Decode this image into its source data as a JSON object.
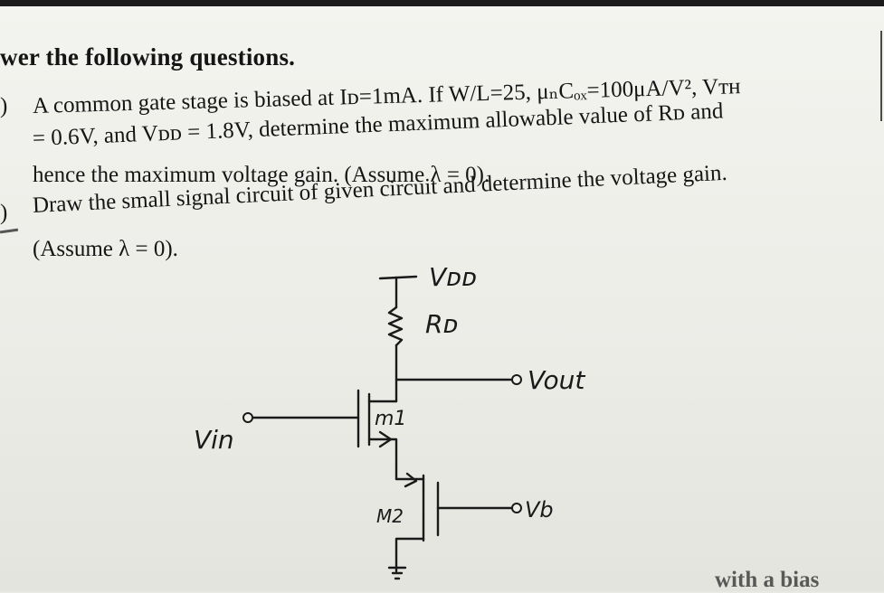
{
  "header": {
    "title": "wer the following questions."
  },
  "questions": {
    "a": {
      "marker": ")",
      "line1": "A common gate stage is biased at Iᴅ=1mA. If W/L=25, μₙCₒₓ=100μA/V², Vᴛʜ",
      "line2": "= 0.6V, and Vᴅᴅ = 1.8V, determine the maximum allowable value of Rᴅ and",
      "line3": "hence the maximum voltage gain. (Assume λ = 0)."
    },
    "b": {
      "marker": ")",
      "line1": "Draw the small signal circuit of given circuit and determine the voltage gain.",
      "line2": "(Assume λ = 0)."
    }
  },
  "circuit": {
    "labels": {
      "vdd": "Vᴅᴅ",
      "rd": "Rᴅ",
      "vout": "Vout",
      "m1": "m1",
      "vin": "Vin",
      "m2": "M2",
      "vb": "Vb"
    },
    "ink_color": "#1a1a1a"
  },
  "footer": {
    "partial_text": "with a bias"
  }
}
